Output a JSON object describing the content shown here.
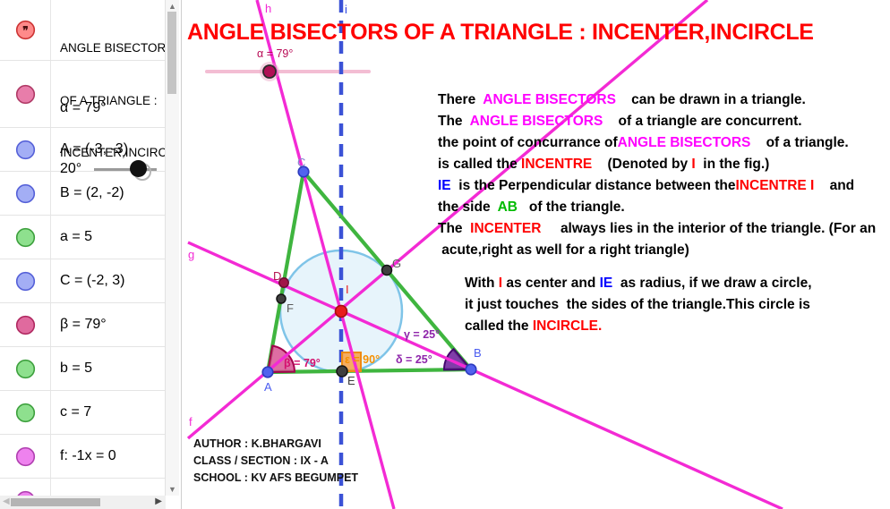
{
  "palette": {
    "k": "#000000",
    "m": "#ff00ff",
    "r": "#ff0000",
    "b": "#0000ff",
    "g": "#00bb00"
  },
  "title": {
    "text": "ANGLE BISECTORS OF A TRIANGLE : INCENTER,INCIRCLE",
    "color": "#ff0000"
  },
  "sidebar": {
    "rows": [
      {
        "type": "text-object",
        "icon_glyph": "❞",
        "icon_fill": "#ff8a8a",
        "icon_border": "#cc3333",
        "lines": [
          "ANGLE BISECTOR",
          "OF A TRIANGLE :",
          "INCENTER,INCIRC"
        ]
      },
      {
        "type": "slider",
        "value": "α = 79°",
        "slider_label": "20°",
        "icon_fill": "#e87daa",
        "icon_border": "#b03a66"
      },
      {
        "type": "point",
        "value": "A = (-3, -3)",
        "icon_fill": "#a3aef5",
        "icon_border": "#5560d8"
      },
      {
        "type": "point",
        "value": "B = (2, -2)",
        "icon_fill": "#a3aef5",
        "icon_border": "#5560d8"
      },
      {
        "type": "number",
        "value": "a = 5",
        "icon_fill": "#8ee08e",
        "icon_border": "#3da03d"
      },
      {
        "type": "point",
        "value": "C = (-2, 3)",
        "icon_fill": "#a3aef5",
        "icon_border": "#5560d8"
      },
      {
        "type": "angle",
        "value": "β = 79°",
        "icon_fill": "#e06a9e",
        "icon_border": "#b02860"
      },
      {
        "type": "number",
        "value": "b = 5",
        "icon_fill": "#8ee08e",
        "icon_border": "#3da03d"
      },
      {
        "type": "number",
        "value": "c = 7",
        "icon_fill": "#8ee08e",
        "icon_border": "#3da03d"
      },
      {
        "type": "line",
        "value": "f: -1x = 0",
        "icon_fill": "#ee82ee",
        "icon_border": "#b040b0"
      },
      {
        "type": "line",
        "value": "",
        "icon_fill": "#ee82ee",
        "icon_border": "#b040b0"
      }
    ],
    "scroll": {
      "up": "▲",
      "down": "▼",
      "left": "◀",
      "right": "▶"
    }
  },
  "main": {
    "lines": [
      [
        {
          "t": "There  ",
          "c": "k"
        },
        {
          "t": "ANGLE BISECTORS",
          "c": "m"
        },
        {
          "t": "    can be drawn in a triangle.",
          "c": "k"
        }
      ],
      [
        {
          "t": "The  ",
          "c": "k"
        },
        {
          "t": "ANGLE BISECTORS",
          "c": "m"
        },
        {
          "t": "    of a triangle are concurrent.",
          "c": "k"
        }
      ],
      [
        {
          "t": "the point of concurrance of",
          "c": "k"
        },
        {
          "t": "ANGLE BISECTORS",
          "c": "m"
        },
        {
          "t": "    of a triangle.",
          "c": "k"
        }
      ],
      [
        {
          "t": "is called the ",
          "c": "k"
        },
        {
          "t": "INCENTRE",
          "c": "r"
        },
        {
          "t": "    (Denoted by ",
          "c": "k"
        },
        {
          "t": "I",
          "c": "r"
        },
        {
          "t": "  in the fig.)",
          "c": "k"
        }
      ],
      [
        {
          "t": "IE",
          "c": "b"
        },
        {
          "t": "  is the Perpendicular distance between the",
          "c": "k"
        },
        {
          "t": "INCENTRE I",
          "c": "r"
        },
        {
          "t": "    and",
          "c": "k"
        }
      ],
      [
        {
          "t": "the side  ",
          "c": "k"
        },
        {
          "t": "AB",
          "c": "g"
        },
        {
          "t": "   of the triangle.",
          "c": "k"
        }
      ],
      [
        {
          "t": "The  ",
          "c": "k"
        },
        {
          "t": "INCENTER",
          "c": "r"
        },
        {
          "t": "     always lies in the interior of the triangle. (For an",
          "c": "k"
        }
      ],
      [
        {
          "t": " acute,right as well for a right triangle)",
          "c": "k"
        }
      ]
    ],
    "block2": [
      [
        {
          "t": "With ",
          "c": "k"
        },
        {
          "t": "I",
          "c": "r"
        },
        {
          "t": " as center and ",
          "c": "k"
        },
        {
          "t": "IE",
          "c": "b"
        },
        {
          "t": "  as radius, if we draw a circle,",
          "c": "k"
        }
      ],
      [
        {
          "t": "it just touches  the sides of the triangle.This circle is",
          "c": "k"
        }
      ],
      [
        {
          "t": "called the ",
          "c": "k"
        },
        {
          "t": "INCIRCLE.",
          "c": "r"
        }
      ]
    ]
  },
  "author": {
    "lines": [
      "AUTHOR : K.BHARGAVI",
      "CLASS / SECTION : IX - A",
      "SCHOOL : KV AFS BEGUMPET"
    ]
  },
  "graphics": {
    "labels": {
      "h": "h",
      "i": "i",
      "g": "g",
      "f": "f",
      "alpha_slider": "α = 79°",
      "beta": "β = 79°",
      "epsilon": "ε = 90°",
      "delta": "δ = 25°",
      "gamma": "γ = 25°",
      "A": "A",
      "B": "B",
      "C": "C",
      "D": "D",
      "E": "E",
      "F": "F",
      "G": "G",
      "I": "I"
    },
    "label_colors": {
      "line_magenta": "#f32ad4",
      "line_blue": "#2c45e0",
      "alpha": "#b80a55",
      "beta": "#d40f6e",
      "epsilon": "#f59000",
      "delta": "#8e24aa",
      "gamma": "#8e24aa",
      "point_blue": "#4a5cf0",
      "point_grey_blue": "#8787cf",
      "point_maroon": "#b31550",
      "point_dark": "#3c3c3c",
      "point_grey": "#5a5a5a",
      "point_red": "#e81c1c"
    },
    "colors": {
      "magenta": "#f32ad4",
      "green": "#3fb53f",
      "dashed_blue": "#3b52d6",
      "incircle_stroke": "#7fc4e8",
      "incircle_fill": "#cfe9f7",
      "wedgeA_fill": "#d6488c",
      "wedgeA_stroke": "#a5004d",
      "wedgeB_fill": "#6a1b9a",
      "wedgeB_stroke": "#45076e",
      "square_fill": "#f7a045",
      "square_stroke": "#ef8a10",
      "point_blue": "#5163ee",
      "point_blue_stroke": "#2c3bbf",
      "point_red": "#e81c1c",
      "point_red_stroke": "#a30f0f",
      "point_dark": "#3f3f3f",
      "point_dark_stroke": "#141414",
      "point_maroon": "#a01648",
      "point_maroon_stroke": "#6d0e31",
      "slider_track": "#f3bdd3",
      "knob_fill": "#b01055",
      "knob_stroke": "#2a2a2a"
    }
  }
}
